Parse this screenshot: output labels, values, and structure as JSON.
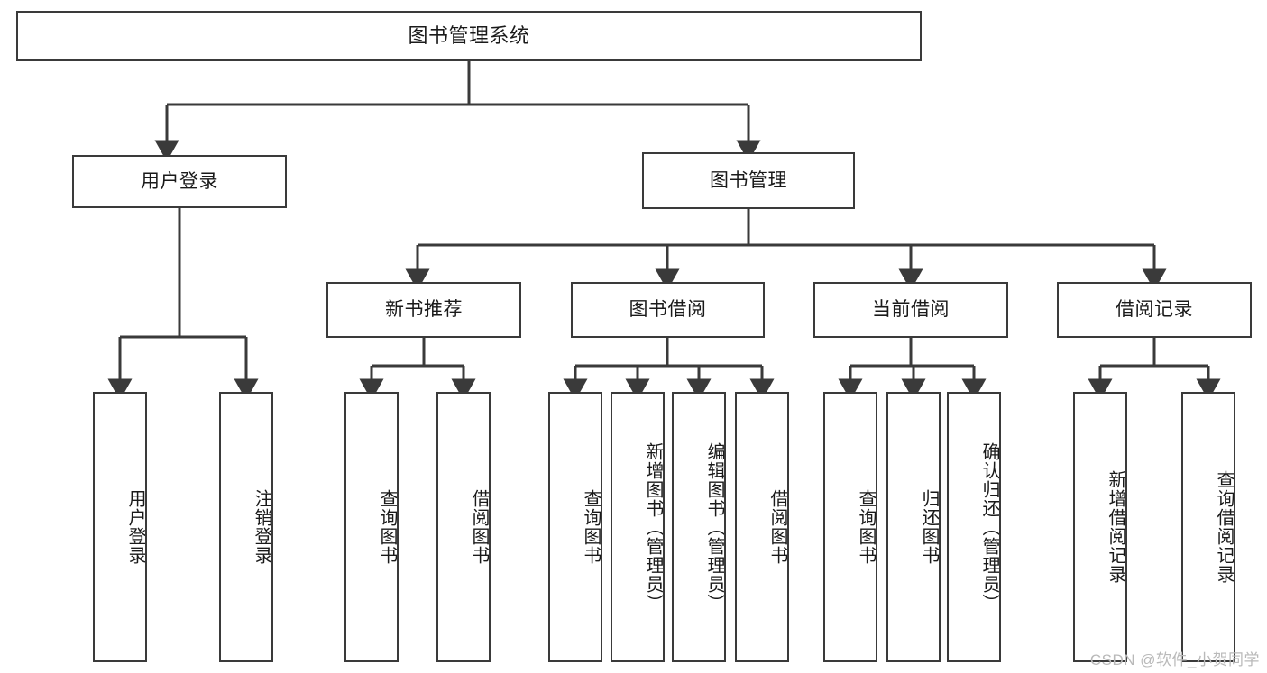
{
  "diagram": {
    "title": "图书管理系统",
    "type": "hierarchy-tree",
    "root": {
      "id": "root",
      "label": "图书管理系统"
    },
    "level2": [
      {
        "id": "user-login",
        "label": "用户登录"
      },
      {
        "id": "book-manage",
        "label": "图书管理"
      }
    ],
    "level3": [
      {
        "id": "new-book-recommend",
        "label": "新书推荐"
      },
      {
        "id": "book-borrow",
        "label": "图书借阅"
      },
      {
        "id": "current-borrow",
        "label": "当前借阅"
      },
      {
        "id": "borrow-record",
        "label": "借阅记录"
      }
    ],
    "leaves": {
      "user_login": [
        {
          "id": "leaf-user-login",
          "label": "用户登录"
        },
        {
          "id": "leaf-logout-login",
          "label": "注销登录"
        }
      ],
      "new_book_recommend": [
        {
          "id": "leaf-query-book-1",
          "label": "查询图书"
        },
        {
          "id": "leaf-borrow-book-1",
          "label": "借阅图书"
        }
      ],
      "book_borrow": [
        {
          "id": "leaf-query-book-2",
          "label": "查询图书"
        },
        {
          "id": "leaf-add-book",
          "label": "新增图书（管理员）"
        },
        {
          "id": "leaf-edit-book",
          "label": "编辑图书（管理员）"
        },
        {
          "id": "leaf-borrow-book-2",
          "label": "借阅图书"
        }
      ],
      "current_borrow": [
        {
          "id": "leaf-query-book-3",
          "label": "查询图书"
        },
        {
          "id": "leaf-return-book",
          "label": "归还图书"
        },
        {
          "id": "leaf-confirm-return",
          "label": "确认归还（管理员）"
        }
      ],
      "borrow_record": [
        {
          "id": "leaf-add-borrow-record",
          "label": "新增借阅记录"
        },
        {
          "id": "leaf-query-borrow-record",
          "label": "查询借阅记录"
        }
      ]
    }
  },
  "watermark": {
    "text": "CSDN @软件_小贺同学"
  },
  "colors": {
    "border": "#3a3a3a",
    "background": "#ffffff",
    "text": "#1a1a1a",
    "watermark": "#b9b9b9"
  }
}
